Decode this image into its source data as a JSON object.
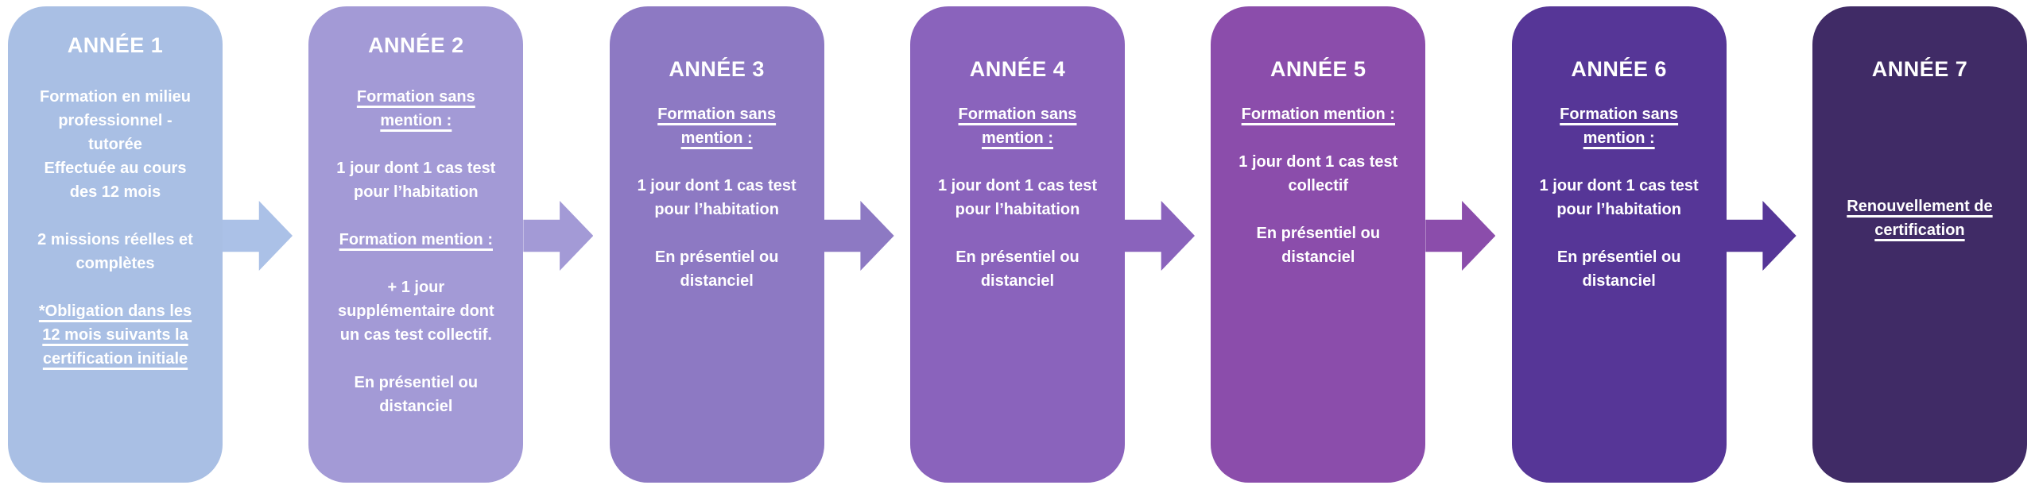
{
  "page": {
    "background": "#ffffff",
    "text_color": "#ffffff"
  },
  "cards": [
    {
      "title": "ANNÉE 1",
      "color": "#a9bfe4",
      "blocks": [
        {
          "text": "Formation en milieu\nprofessionnel -\ntutorée\nEffectuée au cours\ndes 12 mois"
        },
        {
          "text": "2 missions réelles et\ncomplètes"
        },
        {
          "text": "*Obligation dans les\n12 mois suivants la\ncertification initiale"
        }
      ]
    },
    {
      "title": "ANNÉE 2",
      "color": "#a39ad6",
      "blocks": [
        {
          "text": "Formation sans\nmention :"
        },
        {
          "text": "1 jour dont 1 cas test\npour l’habitation"
        },
        {
          "text": "Formation mention :"
        },
        {
          "text": "+ 1 jour\nsupplémentaire dont\nun cas test collectif."
        },
        {
          "text": "En présentiel ou\ndistanciel"
        }
      ]
    },
    {
      "title": "ANNÉE 3",
      "color": "#8d79c3",
      "blocks": [
        {
          "text": "Formation sans\nmention :"
        },
        {
          "text": "1 jour dont 1 cas test\npour l’habitation"
        },
        {
          "text": "En présentiel ou\ndistanciel"
        }
      ]
    },
    {
      "title": "ANNÉE 4",
      "color": "#8a63bc",
      "blocks": [
        {
          "text": "Formation sans\nmention :"
        },
        {
          "text": "1 jour dont 1 cas test\npour l’habitation"
        },
        {
          "text": "En présentiel ou\ndistanciel"
        }
      ]
    },
    {
      "title": "ANNÉE 5",
      "color": "#8b4dab",
      "blocks": [
        {
          "text": "Formation mention :"
        },
        {
          "text": "1 jour dont 1 cas test\ncollectif"
        },
        {
          "text": "En présentiel ou\ndistanciel"
        }
      ]
    },
    {
      "title": "ANNÉE 6",
      "color": "#563697",
      "blocks": [
        {
          "text": "Formation sans\nmention :"
        },
        {
          "text": "1 jour dont 1 cas test\npour l’habitation"
        },
        {
          "text": "En présentiel ou\ndistanciel"
        }
      ]
    },
    {
      "title": "ANNÉE 7",
      "color": "#402b66",
      "blocks": [
        {
          "text": "Renouvellement de\ncertification"
        }
      ]
    }
  ],
  "arrows": [
    {
      "name": "arrow-1-2",
      "color": "#abc1e7"
    },
    {
      "name": "arrow-2-3",
      "color": "#a39ad6"
    },
    {
      "name": "arrow-3-4",
      "color": "#8d79c3"
    },
    {
      "name": "arrow-4-5",
      "color": "#8a63bc"
    },
    {
      "name": "arrow-5-6",
      "color": "#8b4dab"
    },
    {
      "name": "arrow-6-7",
      "color": "#563697"
    }
  ]
}
